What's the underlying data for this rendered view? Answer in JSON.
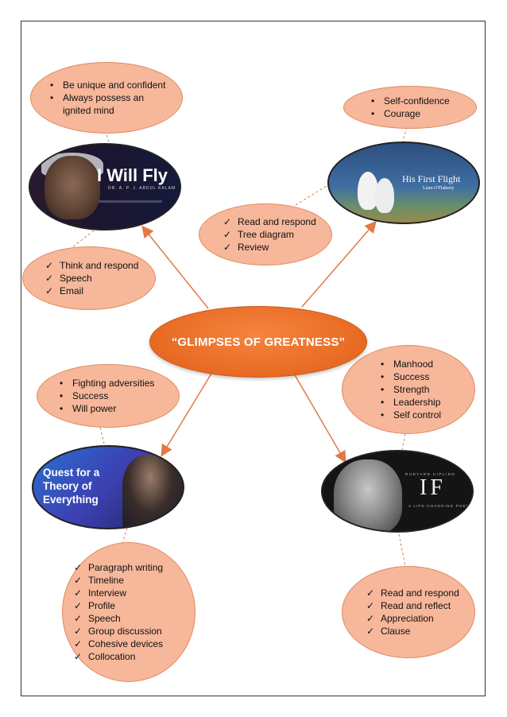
{
  "center": {
    "title": "“GLIMPSES OF GREATNESS”"
  },
  "bubbles": {
    "fly_top": [
      "Be unique and confident",
      "Always possess an ignited mind"
    ],
    "fly_bottom": [
      "Think and respond",
      "Speech",
      "Email"
    ],
    "flight_top": [
      "Self-confidence",
      "Courage"
    ],
    "flight_mid": [
      "Read and respond",
      "Tree diagram",
      "Review"
    ],
    "quest_top": [
      "Fighting adversities",
      "Success",
      "Will power"
    ],
    "quest_bottom": [
      "Paragraph writing",
      "Timeline",
      "Interview",
      "Profile",
      "Speech",
      "Group discussion",
      "Cohesive devices",
      "Collocation"
    ],
    "if_top": [
      "Manhood",
      "Success",
      "Strength",
      "Leadership",
      "Self control"
    ],
    "if_bottom": [
      "Read and respond",
      "Read and reflect",
      "Appreciation",
      "Clause"
    ]
  },
  "images": {
    "fly": {
      "title": "I Will Fly",
      "subtitle": "DR. A. P. J. ABDUL KALAM"
    },
    "flight": {
      "title": "His First Flight",
      "author": "Liam O'Flaherty"
    },
    "quest": {
      "title": "Quest for a Theory of Everything"
    },
    "if": {
      "author": "RUDYARD KIPLING",
      "title": "IF",
      "subtitle": "A LIFE-CHANGING POEM"
    }
  },
  "colors": {
    "accent": "#e86a22",
    "bubble": "#f7b79a",
    "connector": "#e07a45"
  }
}
